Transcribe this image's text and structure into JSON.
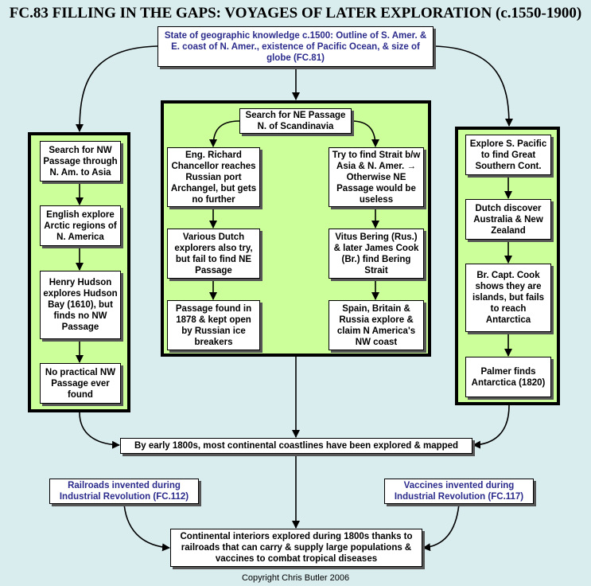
{
  "title": "FC.83 FILLING IN THE GAPS: VOYAGES OF LATER EXPLORATION (c.1550-1900)",
  "top": "State of geographic knowledge c.1500: Outline of S. Amer. & E. coast of N. Amer., existence of Pacific Ocean, & size of globe (FC.81)",
  "left_column": [
    "Search for NW Passage through N. Am. to Asia",
    "English explore Arctic regions of N. America",
    "Henry Hudson explores Hudson Bay (1610), but finds no NW Passage",
    "No practical NW Passage ever found"
  ],
  "center": {
    "header": "Search for NE Passage N. of Scandinavia",
    "left_branch": [
      "Eng. Richard Chancellor reaches Russian port Archangel, but gets no further",
      "Various Dutch explorers also try, but fail to find NE Passage",
      "Passage found in 1878 & kept open by Russian ice breakers"
    ],
    "right_branch": [
      "Try to find Strait b/w Asia & N. Amer. → Otherwise NE Passage would be useless",
      "Vitus Bering (Rus.) & later James Cook (Br.) find Bering Strait",
      "Spain, Britain & Russia explore & claim N America's NW coast"
    ]
  },
  "right_column": [
    "Explore S. Pacific to find Great Southern Cont.",
    "Dutch discover Australia & New Zealand",
    "Br. Capt. Cook shows they are islands, but fails to reach Antarctica",
    "Palmer finds Antarctica (1820)"
  ],
  "coastlines": "By early 1800s, most continental coastlines have been explored & mapped",
  "railroads": "Railroads invented during Industrial Revolution (FC.112)",
  "vaccines": "Vaccines invented during Industrial Revolution (FC.117)",
  "interiors": "Continental interiors explored during 1800s thanks to railroads that can carry & supply large populations & vaccines to combat tropical diseases",
  "copyright": "Copyright Chris Butler 2006",
  "colors": {
    "background": "#d9ecee",
    "panel": "#ccff99",
    "blue_text": "#2b2b8c"
  }
}
